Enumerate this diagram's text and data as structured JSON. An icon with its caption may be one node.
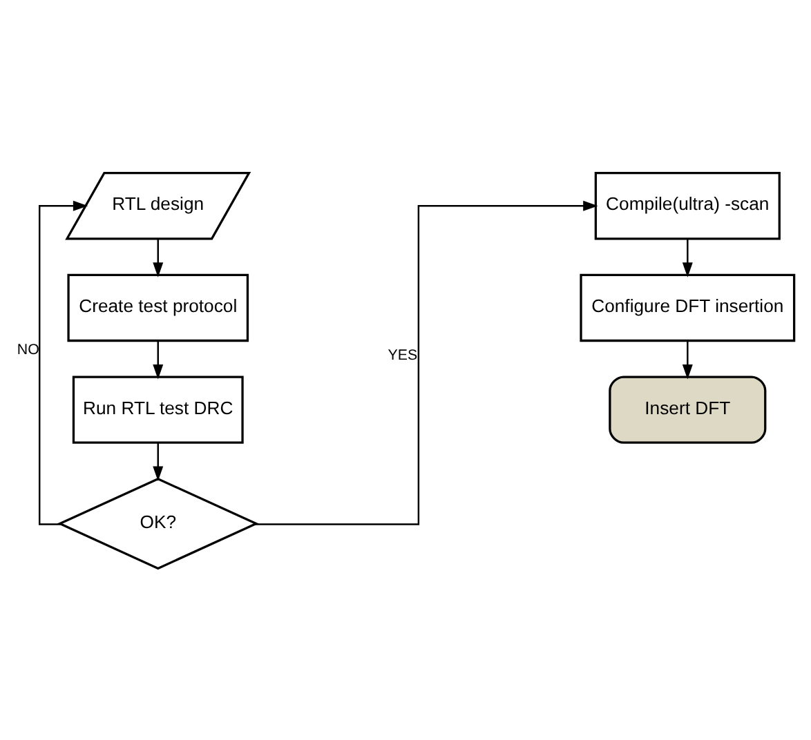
{
  "diagram": {
    "nodes": [
      {
        "text": [
          "RTL design"
        ]
      },
      {
        "text": [
          "Create test protocol"
        ]
      },
      {
        "text": [
          "Run RTL test DRC"
        ]
      },
      {
        "text": [
          "OK?"
        ]
      },
      {
        "text": [
          "Compile(ultra) -scan"
        ]
      },
      {
        "text": [
          "Configure DFT insertion"
        ]
      },
      {
        "text": [
          "Insert DFT"
        ]
      }
    ],
    "edges": [
      {
        "from": 0,
        "to": 1,
        "arrow": "to"
      },
      {
        "from": 1,
        "to": 2,
        "arrow": "to"
      },
      {
        "from": 2,
        "to": 3,
        "arrow": "to"
      },
      {
        "from": 3,
        "to": 0,
        "arrow": "to",
        "label": "NO"
      },
      {
        "from": 3,
        "to": 4,
        "arrow": "to",
        "label": "YES"
      },
      {
        "from": 4,
        "to": 5,
        "arrow": "to"
      },
      {
        "from": 5,
        "to": 6,
        "arrow": "to"
      }
    ]
  }
}
